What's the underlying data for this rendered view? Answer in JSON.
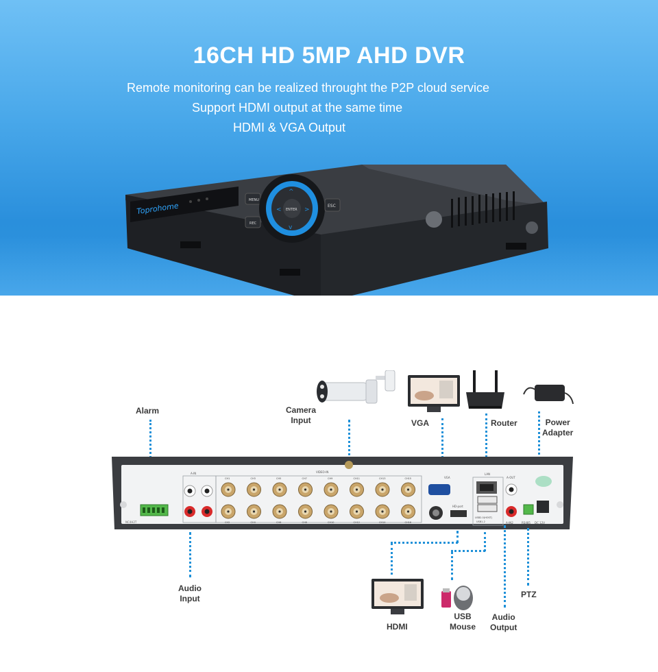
{
  "banner": {
    "title": "16CH HD 5MP AHD DVR",
    "lines": [
      "Remote monitoring can be realized throught the P2P cloud service",
      "Support HDMI output at the same time",
      "HDMI & VGA Output"
    ],
    "brand": "Toprohome",
    "front_buttons": {
      "menu": "MENU",
      "rec": "REC",
      "enter": "ENTER",
      "esc": "ESC"
    }
  },
  "diagram": {
    "labels": {
      "alarm": "Alarm",
      "camera_input": [
        "Camera",
        "Input"
      ],
      "vga": "VGA",
      "router": "Router",
      "power_adapter": [
        "Power",
        "Adapter"
      ],
      "audio_input": [
        "Audio",
        "Input"
      ],
      "hdmi": "HDMI",
      "usb_mouse": [
        "USB",
        "Mouse"
      ],
      "audio_output": [
        "Audio",
        "Output"
      ],
      "ptz": "PTZ"
    },
    "panel_text": {
      "audio_in": "A-IN",
      "video_in": "VIDEO-IN",
      "vga_port": "VGA",
      "lan_port": "LAN",
      "hd_port": "HD-port",
      "usb_port": "USB2.0(HOST)",
      "usb_sub": "USB1-2",
      "a_out": "A-OUT",
      "a_in2": "A-IN2",
      "rs485": "RS485",
      "dc": "DC 12V",
      "model": "NC4H2T"
    },
    "channels": [
      "CH1",
      "CH2",
      "CH3",
      "CH4",
      "CH5",
      "CH6",
      "CH7",
      "CH8",
      "CH9",
      "CH10",
      "CH11",
      "CH12",
      "CH13",
      "CH14",
      "CH15",
      "CH16"
    ],
    "colors": {
      "accent_line": "#1e90d8",
      "banner_top": "#6fc0f5",
      "banner_bottom": "#2a8fdc"
    }
  }
}
